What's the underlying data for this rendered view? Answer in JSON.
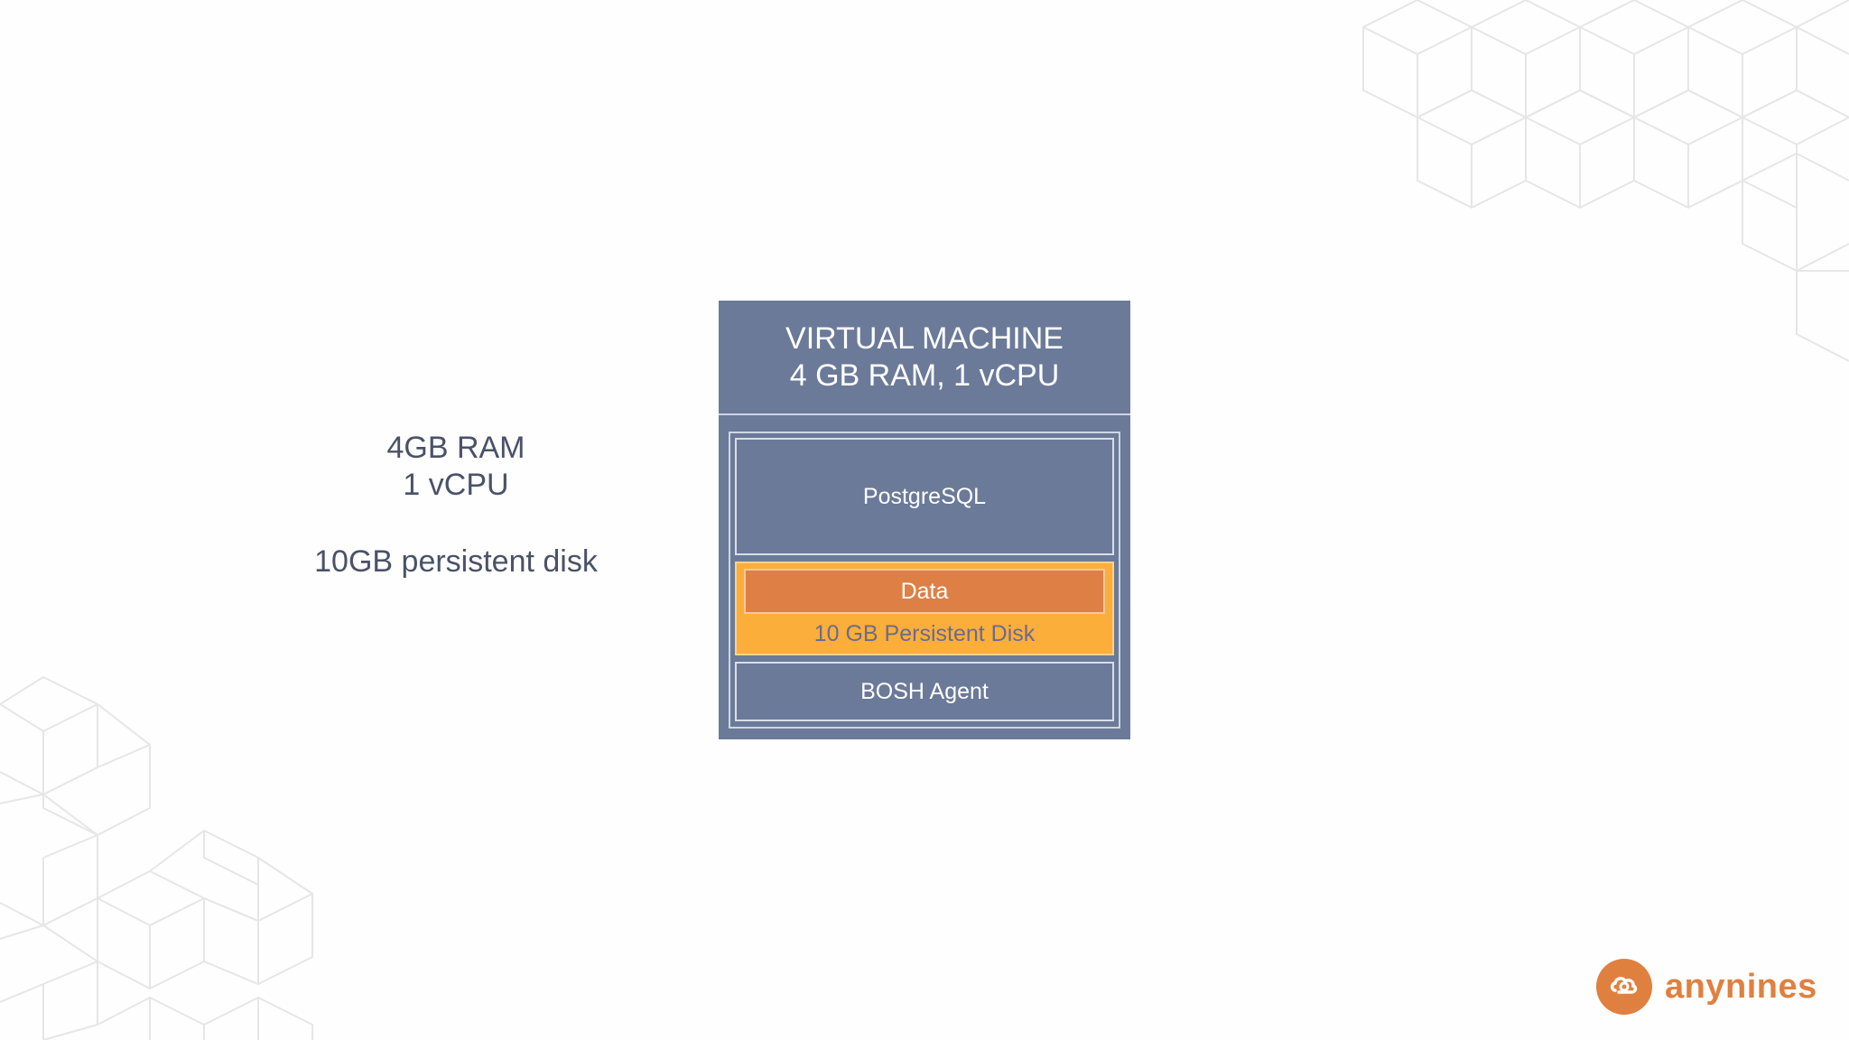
{
  "specs": {
    "ram": "4GB RAM",
    "cpu": "1 vCPU",
    "disk": "10GB persistent disk"
  },
  "vm": {
    "title_line1": "VIRTUAL MACHINE",
    "title_line2": "4 GB RAM, 1 vCPU",
    "postgres_label": "PostgreSQL",
    "data_label": "Data",
    "disk_label": "10 GB Persistent Disk",
    "agent_label": "BOSH Agent"
  },
  "brand": {
    "name": "anynines",
    "icon": "anynines-cloud-logo-icon",
    "color": "#e0803f"
  },
  "colors": {
    "vm_background": "#6b7a98",
    "disk": "#fbae3a",
    "data": "#de7f45",
    "text": "#4a5268"
  }
}
